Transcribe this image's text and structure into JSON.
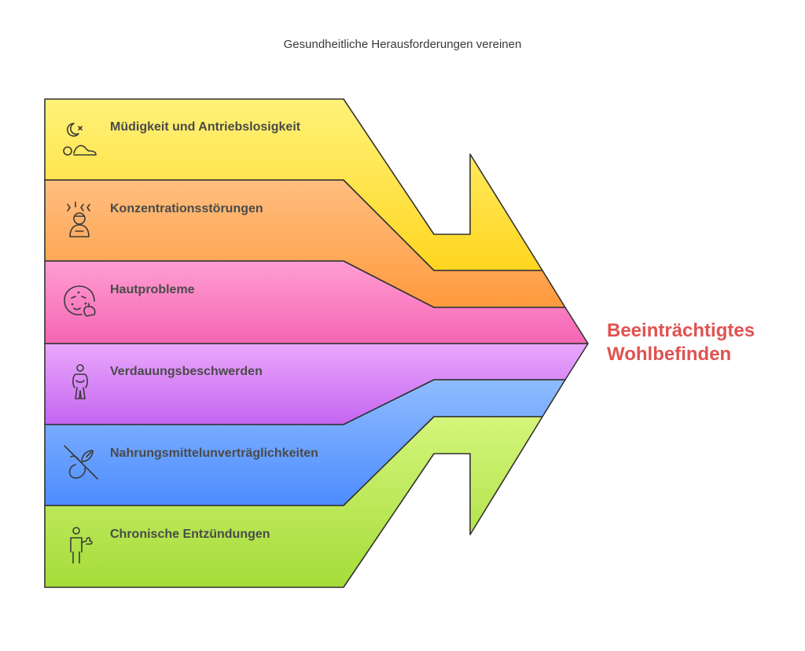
{
  "title": "Gesundheitliche Herausforderungen vereinen",
  "result": {
    "line1": "Beeinträchtigtes",
    "line2": "Wohlbefinden",
    "color": "#e05252"
  },
  "bands": [
    {
      "label": "Müdigkeit und Antriebslosigkeit",
      "icon": "sleep-moon-icon",
      "color": "#ffe24d"
    },
    {
      "label": "Konzentrationsstörungen",
      "icon": "stressed-person-icon",
      "color": "#ffa85c"
    },
    {
      "label": "Hautprobleme",
      "icon": "skin-face-icon",
      "color": "#ff7ec4"
    },
    {
      "label": "Verdauungsbeschwerden",
      "icon": "stomach-ache-icon",
      "color": "#d98cf5"
    },
    {
      "label": "Nahrungsmittelunverträglichkeiten",
      "icon": "no-food-icon",
      "color": "#6aa3ff"
    },
    {
      "label": "Chronische Entzündungen",
      "icon": "inflammation-person-icon",
      "color": "#bde85a"
    }
  ]
}
